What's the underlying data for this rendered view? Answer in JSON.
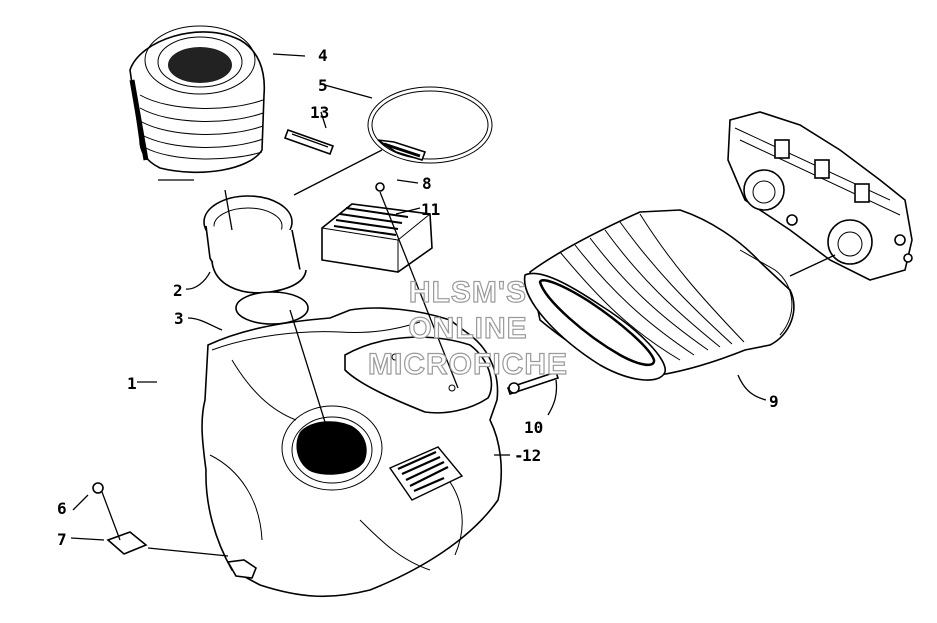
{
  "diagram": {
    "callouts": {
      "c1": "1",
      "c2": "2",
      "c3": "3",
      "c4": "4",
      "c5": "5",
      "c6": "6",
      "c7": "7",
      "c8": "8",
      "c9": "9",
      "c10": "10",
      "c11": "11",
      "c12": "12",
      "c13": "13"
    },
    "watermark": {
      "line1": "HLSM'S",
      "line2": "ONLINE",
      "line3": "MICROFICHE"
    }
  }
}
